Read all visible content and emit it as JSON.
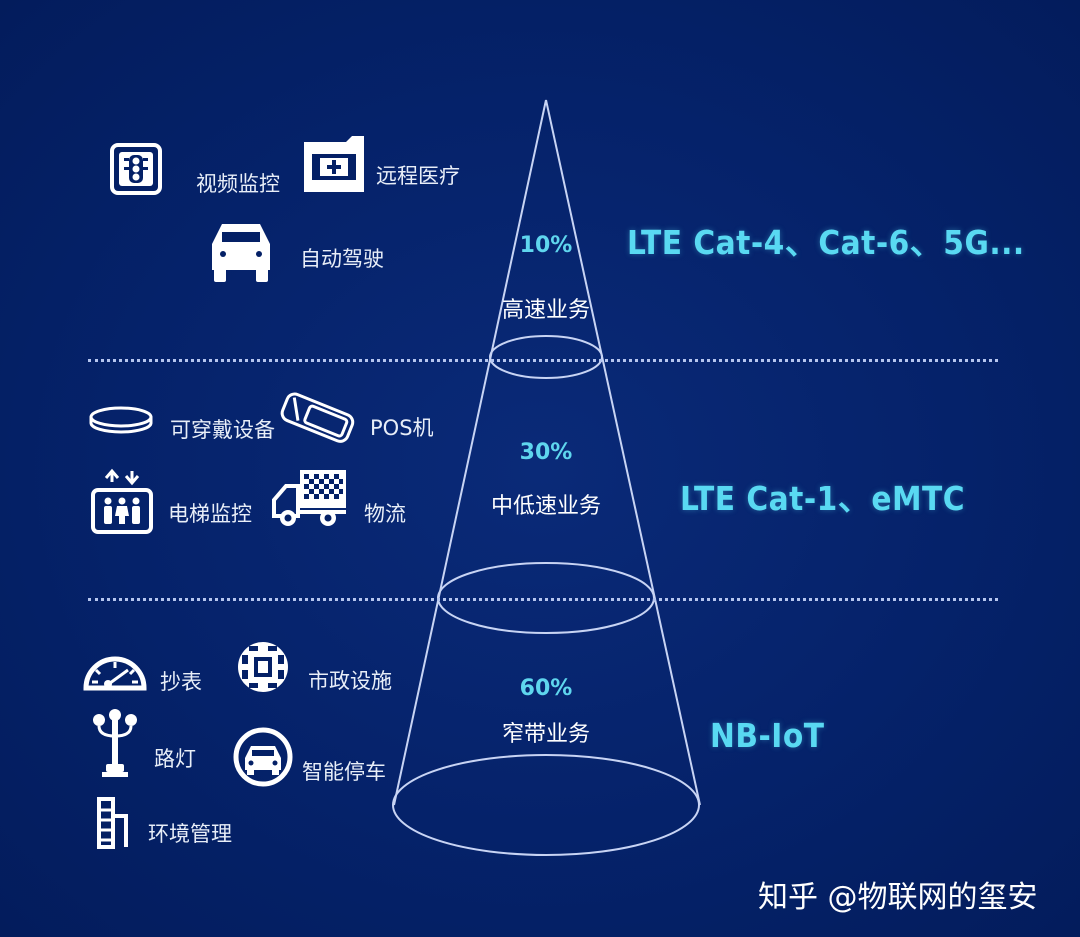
{
  "colors": {
    "background": "#042066",
    "tech_text": "#59d9f2",
    "percent_text": "#5fd6ee",
    "label_text": "#e8eef8",
    "line": "#c8d4f4"
  },
  "tiers": [
    {
      "percent": "10%",
      "name": "高速业务",
      "technology": "LTE Cat-4、Cat-6、5G...",
      "applications": [
        {
          "label": "视频监控",
          "icon": "traffic-light-icon"
        },
        {
          "label": "远程医疗",
          "icon": "medical-kit-icon"
        },
        {
          "label": "自动驾驶",
          "icon": "car-icon"
        }
      ]
    },
    {
      "percent": "30%",
      "name": "中低速业务",
      "technology": "LTE Cat-1、eMTC",
      "applications": [
        {
          "label": "可穿戴设备",
          "icon": "wristband-icon"
        },
        {
          "label": "POS机",
          "icon": "pos-terminal-icon"
        },
        {
          "label": "电梯监控",
          "icon": "elevator-icon"
        },
        {
          "label": "物流",
          "icon": "truck-icon"
        }
      ]
    },
    {
      "percent": "60%",
      "name": "窄带业务",
      "technology": "NB-IoT",
      "applications": [
        {
          "label": "抄表",
          "icon": "meter-gauge-icon"
        },
        {
          "label": "市政设施",
          "icon": "municipal-grid-icon"
        },
        {
          "label": "路灯",
          "icon": "street-lamp-icon"
        },
        {
          "label": "智能停车",
          "icon": "parking-car-icon"
        },
        {
          "label": "环境管理",
          "icon": "building-icon"
        }
      ]
    }
  ],
  "watermark": "知乎 @物联网的玺安"
}
